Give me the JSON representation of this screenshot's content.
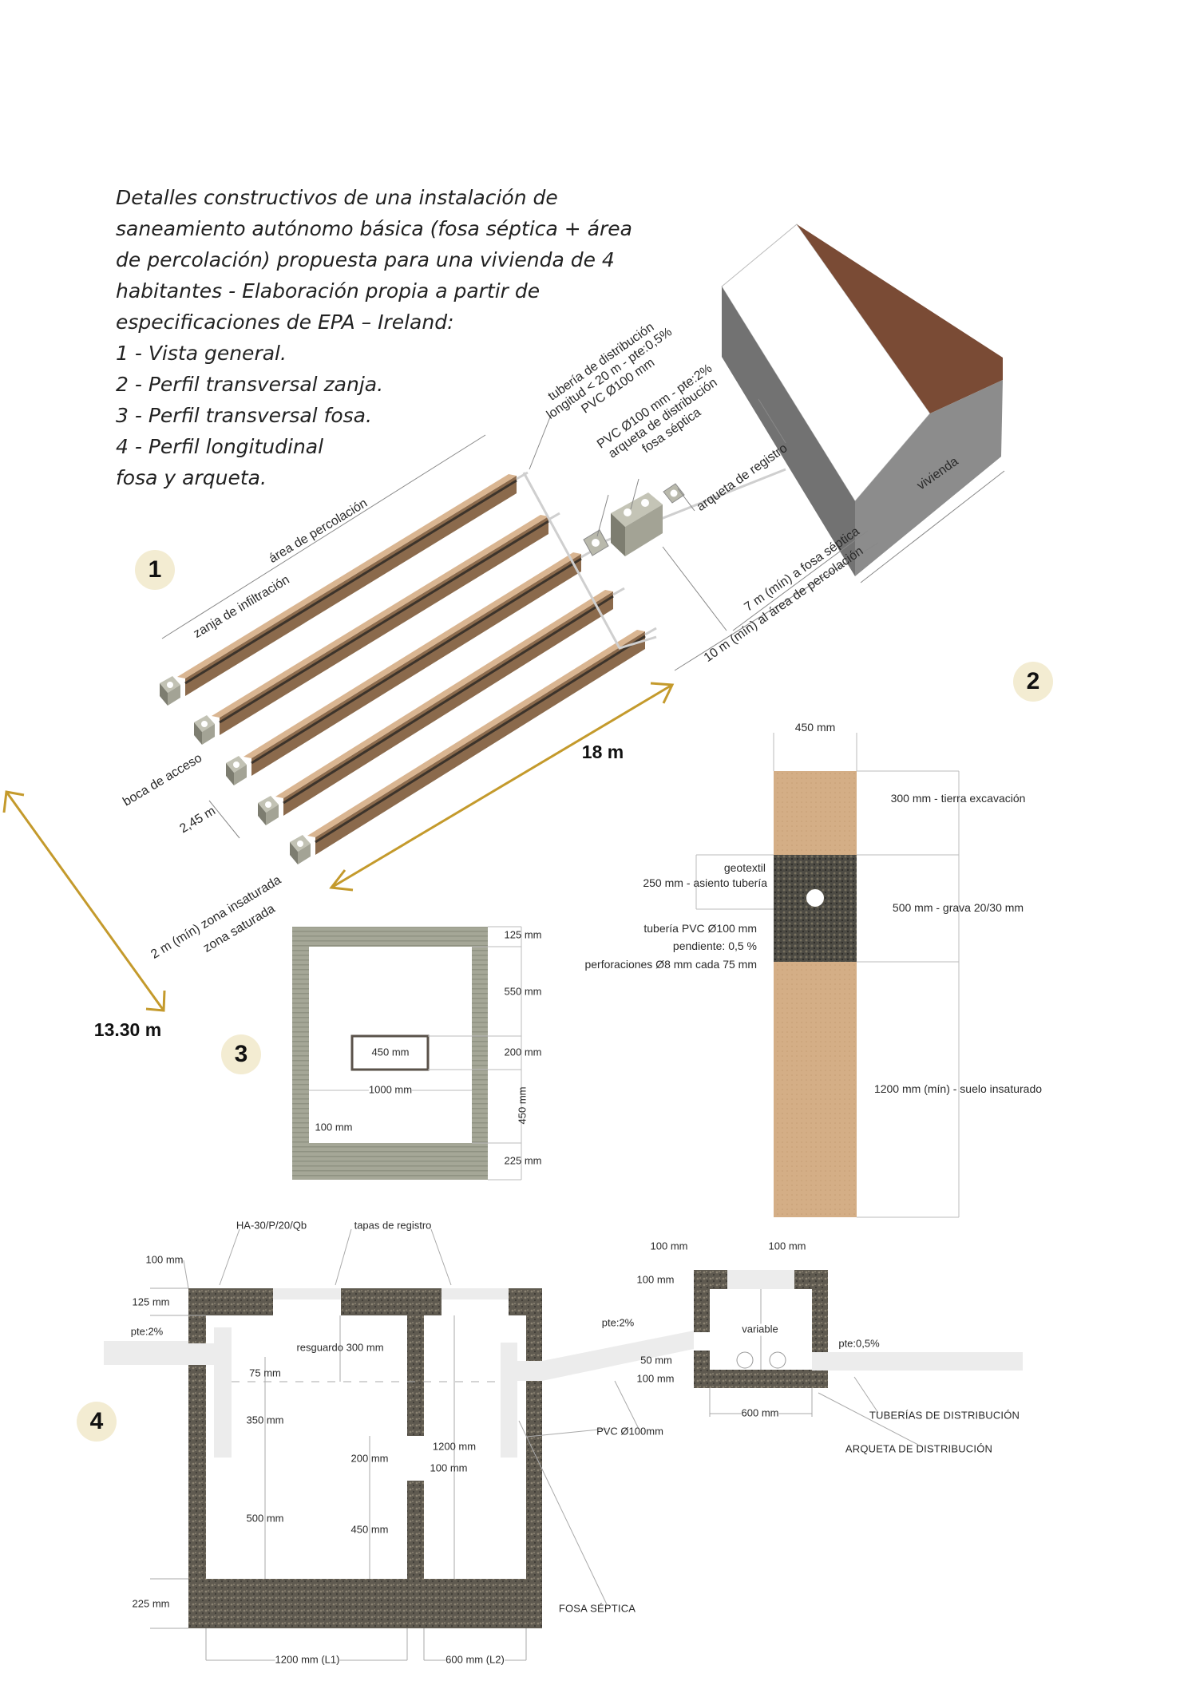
{
  "title_lines": [
    "Detalles constructivos de una instalación de",
    "saneamiento autónomo básica (fosa séptica + área",
    "de percolación) propuesta para una vivienda de 4",
    "habitantes - Elaboración propia a partir de",
    "especificaciones de EPA – Ireland:",
    "1 - Vista general.",
    "2 - Perfil transversal zanja.",
    "3 - Perfil transversal fosa.",
    "4 - Perfil longitudinal",
    "fosa y arqueta."
  ],
  "badges": [
    "1",
    "2",
    "3",
    "4"
  ],
  "colors": {
    "gold_arrow": "#c49a2c",
    "soil": "#d4ae86",
    "gravel": "#4d4b44",
    "concrete": "#5f5a50",
    "fosa_wall": "#a5a797",
    "roof": "#7a4b35",
    "badge": "#f3ecd2"
  },
  "general_view": {
    "area_percolacion": "área de percolación",
    "zanja_infiltracion": "zanja de infiltración",
    "boca_acceso": "boca de acceso",
    "spacing": "2,45 m",
    "zona_insaturada": "2 m (mín) zona insaturada",
    "zona_saturada": "zona saturada",
    "tuberia_distribucion": [
      "tubería de distribución",
      "longitud < 20 m - pte:0,5%",
      "PVC Ø100 mm"
    ],
    "pvc_pte": "PVC Ø100 mm - pte:2%",
    "arqueta_distribucion": "arqueta de distribución",
    "fosa_septica": "fosa séptica",
    "arqueta_registro": "arqueta de registro",
    "vivienda": "vivienda",
    "dist_fosa": "7 m (mín) a fosa séptica",
    "dist_area": "10 m (mín) al área de percolación",
    "length": "18 m",
    "width": "13.30 m"
  },
  "trench_profile": {
    "width": "450 mm",
    "layer_top": "300 mm - tierra excavación",
    "layer_gravel": "500 mm - grava 20/30 mm",
    "layer_bottom": "1200 mm (mín) - suelo insaturado",
    "geotextil": "geotextil",
    "asiento": "250 mm - asiento tubería",
    "pipe": "tubería PVC Ø100 mm",
    "slope": "pendiente: 0,5 %",
    "perforations": "perforaciones Ø8 mm cada 75 mm"
  },
  "fosa_cross": {
    "d125": "125 mm",
    "d550": "550 mm",
    "d200": "200 mm",
    "d450v": "450 mm",
    "d225": "225 mm",
    "pipe_w": "450 mm",
    "inner_w": "1000 mm",
    "wall": "100 mm"
  },
  "longitudinal": {
    "ha": "HA-30/P/20/Qb",
    "tapas": "tapas de registro",
    "d100_top": "100 mm",
    "d125": "125 mm",
    "pte_in": "pte:2%",
    "resguardo": "resguardo 300 mm",
    "d75": "75 mm",
    "d350": "350 mm",
    "d200": "200 mm",
    "d1200": "1200 mm",
    "d100_wall": "100 mm",
    "d500": "500 mm",
    "d450": "450 mm",
    "d225": "225 mm",
    "l1": "1200 mm (L1)",
    "l2": "600 mm (L2)",
    "fosa": "FOSA SÉPTICA",
    "pte_mid": "pte:2%",
    "pvc": "PVC Ø100mm",
    "a100_l": "100 mm",
    "a100_r": "100 mm",
    "a100_top": "100 mm",
    "variable": "variable",
    "pte_out": "pte:0,5%",
    "a50": "50 mm",
    "a100_bot": "100 mm",
    "a600": "600 mm",
    "tuberias": "TUBERÍAS DE DISTRIBUCIÓN",
    "arqueta": "ARQUETA DE DISTRIBUCIÓN"
  }
}
